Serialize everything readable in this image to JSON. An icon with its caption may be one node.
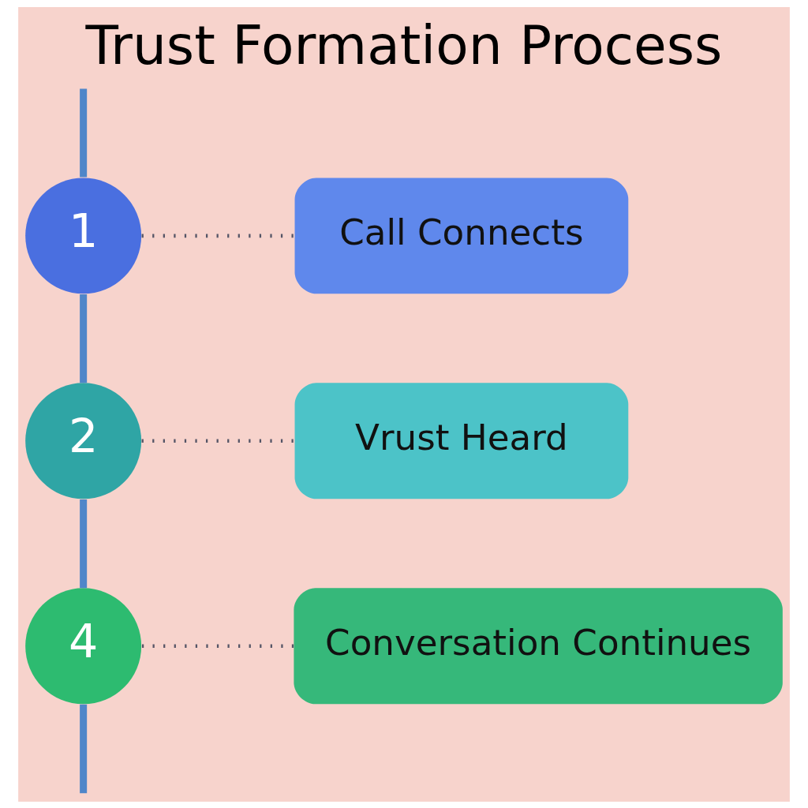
{
  "diagram": {
    "title": "Trust Formation Process",
    "nodes": [
      {
        "text": [
          "1"
        ]
      },
      {
        "text": [
          "Call Connects"
        ]
      },
      {
        "text": [
          "2"
        ]
      },
      {
        "text": [
          "Vrust Heard"
        ]
      },
      {
        "text": [
          "4"
        ]
      },
      {
        "text": [
          "Conversation Continues"
        ]
      }
    ],
    "edges": [
      {
        "from": null,
        "to": 0,
        "arrow": "none"
      },
      {
        "from": 0,
        "to": 2,
        "arrow": "none"
      },
      {
        "from": 2,
        "to": 4,
        "arrow": "none"
      },
      {
        "from": 4,
        "to": null,
        "arrow": "none"
      },
      {
        "from": 0,
        "to": 1,
        "arrow": "none",
        "style": "dashed",
        "color": "#555566"
      },
      {
        "from": 2,
        "to": 3,
        "arrow": "none",
        "style": "dashed",
        "color": "#555566"
      },
      {
        "from": 4,
        "to": 5,
        "arrow": "none",
        "style": "dashed",
        "color": "#555566"
      }
    ]
  }
}
